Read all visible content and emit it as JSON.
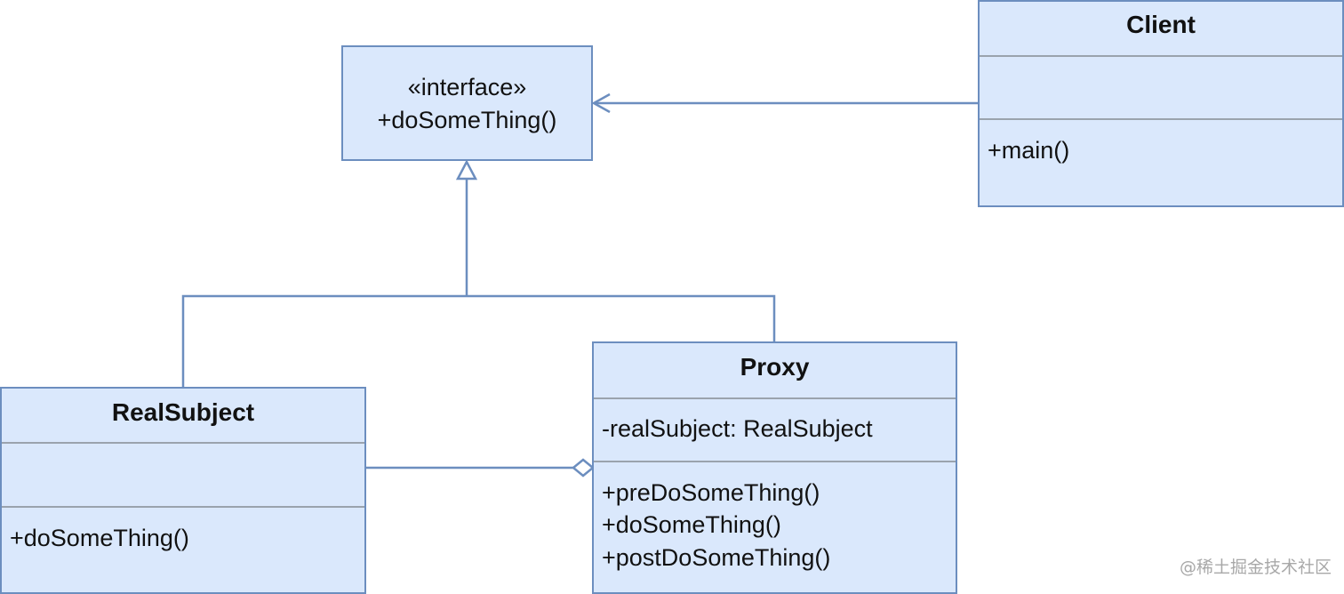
{
  "interface": {
    "stereotype": "«interface»",
    "method": "+doSomeThing()"
  },
  "client": {
    "name": "Client",
    "methods": [
      "+main()"
    ]
  },
  "real_subject": {
    "name": "RealSubject",
    "methods": [
      "+doSomeThing()"
    ]
  },
  "proxy": {
    "name": "Proxy",
    "fields": [
      "-realSubject: RealSubject"
    ],
    "methods": [
      "+preDoSomeThing()",
      "+doSomeThing()",
      "+postDoSomeThing()"
    ]
  },
  "watermark": "@稀土掘金技术社区",
  "colors": {
    "fill": "#dae8fc",
    "stroke": "#6c8ebf",
    "divider": "#9aa3ad",
    "text": "#111111"
  },
  "relations": [
    {
      "from": "client",
      "to": "interface",
      "type": "association"
    },
    {
      "from": "real_subject",
      "to": "interface",
      "type": "realization"
    },
    {
      "from": "proxy",
      "to": "interface",
      "type": "realization"
    },
    {
      "from": "real_subject",
      "to": "proxy",
      "type": "aggregation"
    }
  ]
}
